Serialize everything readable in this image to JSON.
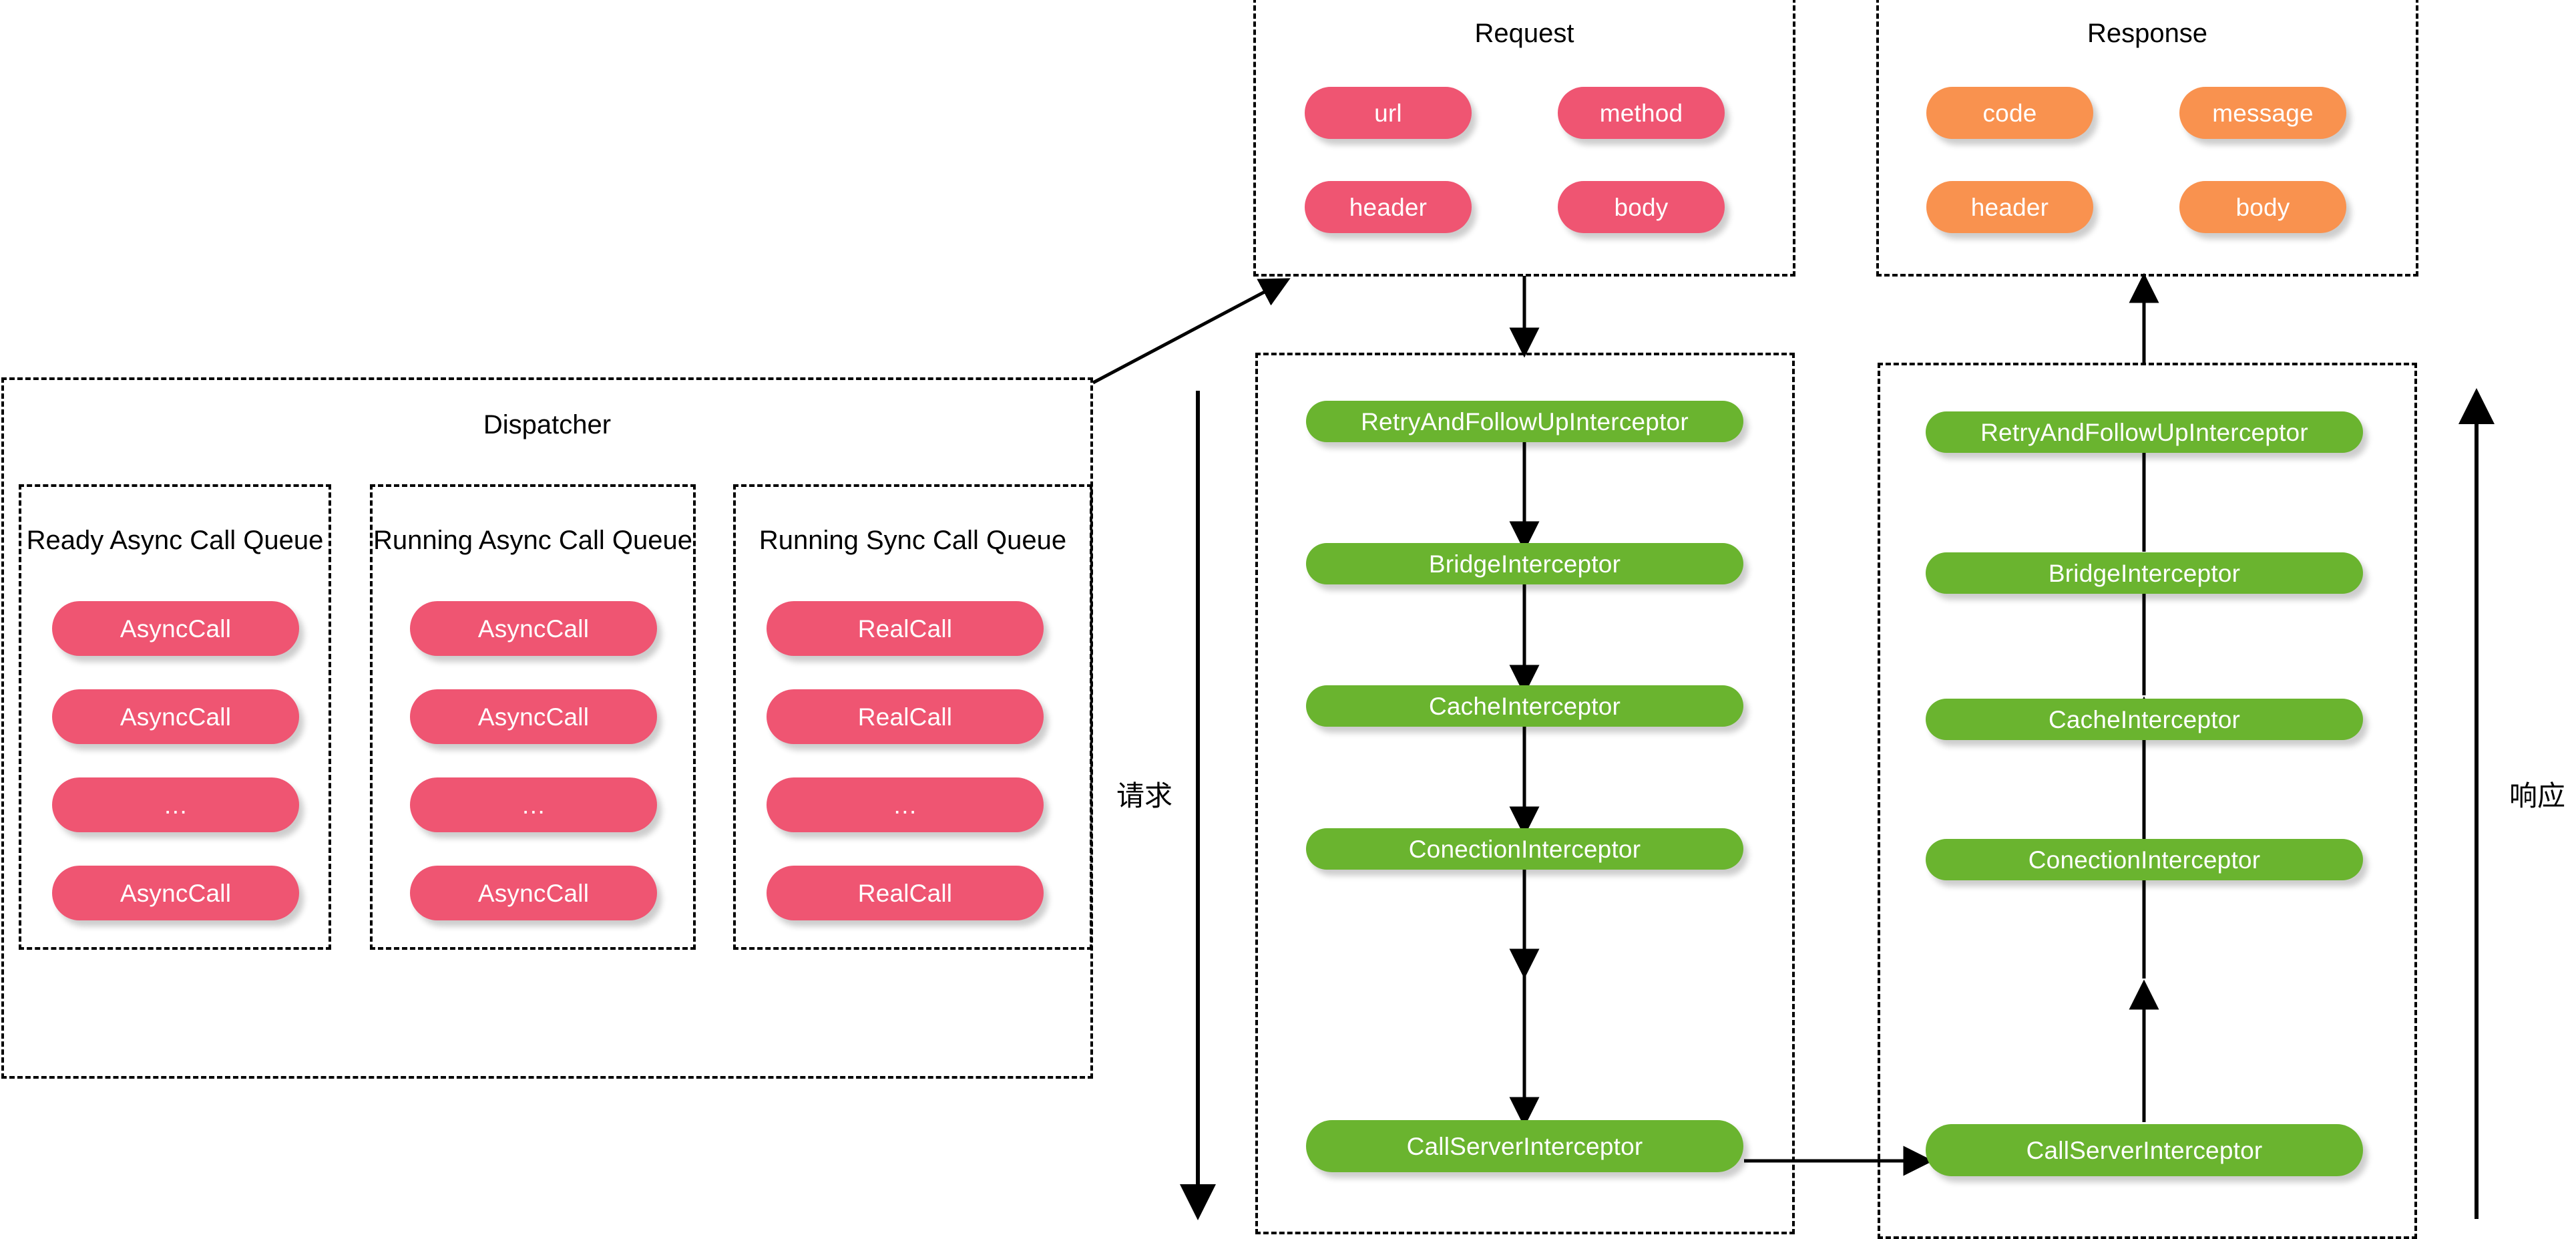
{
  "diagram": {
    "title_hidden": "OkHttp request/response interceptor chain",
    "colors": {
      "pink": "#ef5572",
      "orange": "#f9924f",
      "green": "#6ab42f",
      "stroke": "#000000",
      "background": "#ffffff"
    }
  },
  "dispatcher": {
    "title": "Dispatcher",
    "queues": [
      {
        "title": "Ready Async Call Queue",
        "items": [
          "AsyncCall",
          "AsyncCall",
          "…",
          "AsyncCall"
        ]
      },
      {
        "title": "Running Async Call Queue",
        "items": [
          "AsyncCall",
          "AsyncCall",
          "…",
          "AsyncCall"
        ]
      },
      {
        "title": "Running Sync Call Queue",
        "items": [
          "RealCall",
          "RealCall",
          "…",
          "RealCall"
        ]
      }
    ]
  },
  "request": {
    "title": "Request",
    "fields": [
      "url",
      "method",
      "header",
      "body"
    ]
  },
  "response": {
    "title": "Response",
    "fields": [
      "code",
      "message",
      "header",
      "body"
    ]
  },
  "request_chain": {
    "interceptors": [
      "RetryAndFollowUpInterceptor",
      "BridgeInterceptor",
      "CacheInterceptor",
      "ConectionInterceptor",
      "CallServerInterceptor"
    ]
  },
  "response_chain": {
    "interceptors": [
      "RetryAndFollowUpInterceptor",
      "BridgeInterceptor",
      "CacheInterceptor",
      "ConectionInterceptor",
      "CallServerInterceptor"
    ]
  },
  "flow_labels": {
    "request": "请求",
    "response": "响应"
  }
}
